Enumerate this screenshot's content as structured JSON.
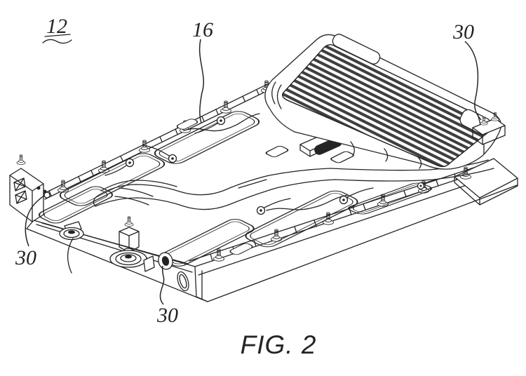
{
  "figure": {
    "caption": "FIG. 2",
    "labels": {
      "ref_12": "12",
      "ref_16": "16",
      "ref_30_top_right": "30",
      "ref_30_left": "30",
      "ref_30_bottom": "30"
    }
  },
  "colors": {
    "ink": "#242424",
    "paper": "#ffffff"
  }
}
